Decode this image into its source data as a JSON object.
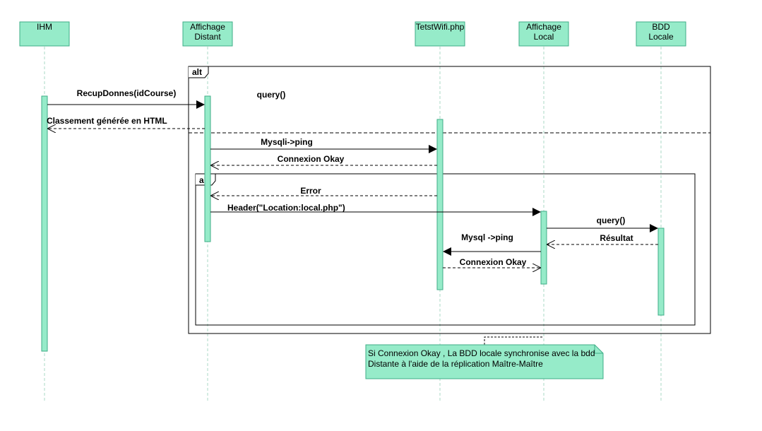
{
  "colors": {
    "participant_fill": "#96ebc9",
    "participant_stroke": "#3fae87",
    "activation_fill": "#96ebc9",
    "lifeline": "#a9d8c6",
    "line": "#000000",
    "note_fill": "#96ebc9"
  },
  "participants": [
    {
      "id": "ihm",
      "lines": [
        "IHM"
      ]
    },
    {
      "id": "affichage-distant",
      "lines": [
        "Affichage",
        "Distant"
      ]
    },
    {
      "id": "tetstwifi",
      "lines": [
        "TetstWifi.php"
      ]
    },
    {
      "id": "affichage-local",
      "lines": [
        "Affichage",
        "Local"
      ]
    },
    {
      "id": "bdd-locale",
      "lines": [
        "BDD",
        "Locale"
      ]
    }
  ],
  "fragments": {
    "outer_label": "alt",
    "inner_label": "alt"
  },
  "messages": {
    "recup": "RecupDonnes(idCourse)",
    "query1": "query()",
    "classement": "Classement générée en HTML",
    "mysqli_ping": "Mysqli->ping",
    "connexion_okay_1": "Connexion Okay",
    "error": "Error",
    "header": "Header(\"Location:local.php\")",
    "query2": "query()",
    "resultat": "Résultat",
    "mysql_ping": "Mysql ->ping",
    "connexion_okay_2": "Connexion Okay"
  },
  "note": {
    "lines": [
      "Si Connexion Okay , La BDD locale synchronise avec la bdd",
      "Distante à l'aide de la réplication Maître-Maître"
    ]
  }
}
